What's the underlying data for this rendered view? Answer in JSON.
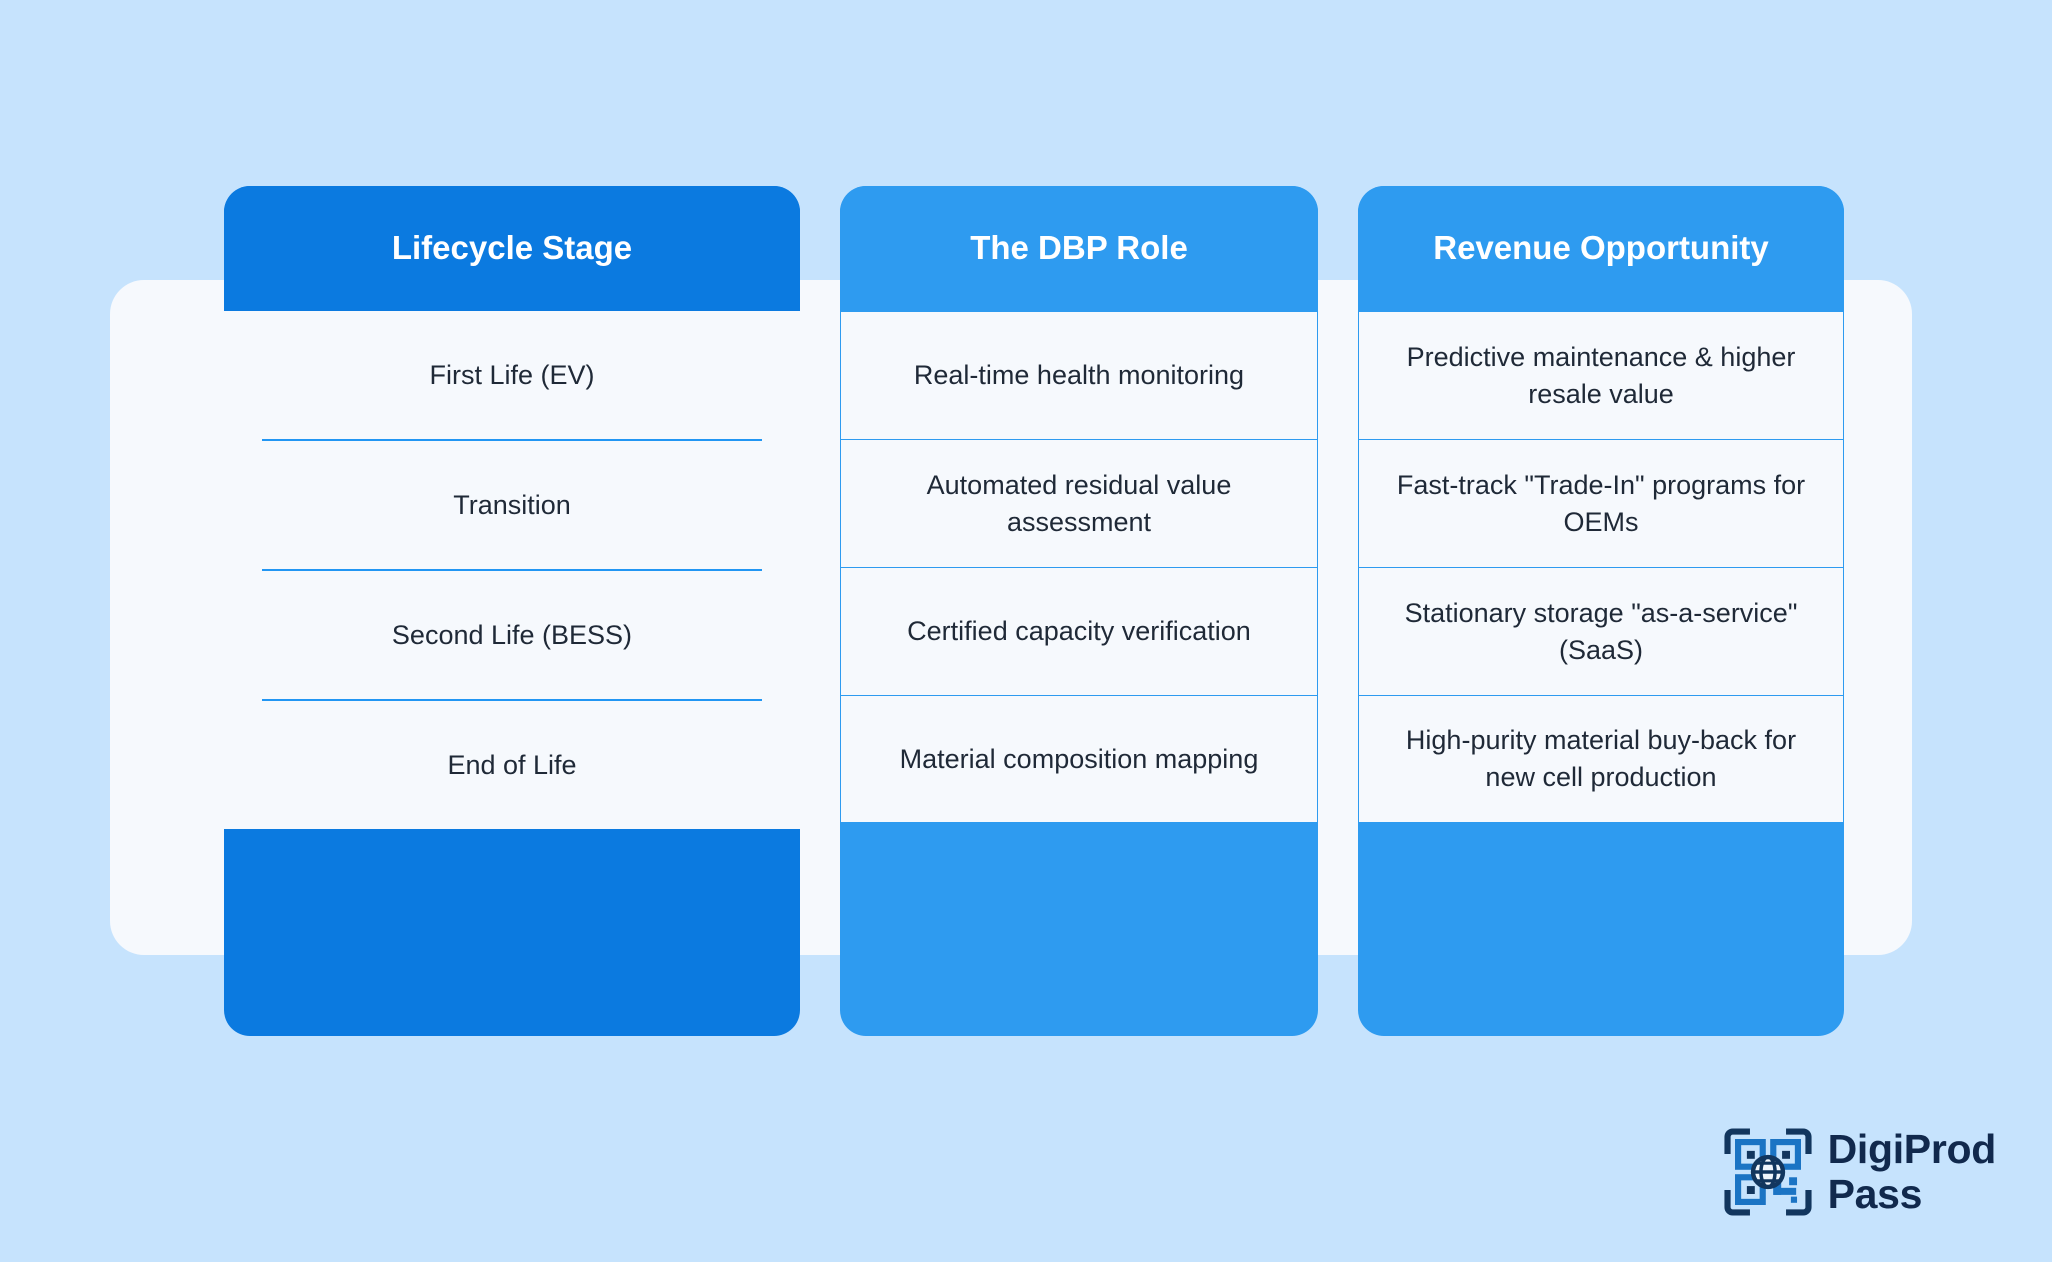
{
  "canvas": {
    "background_color": "#c6e3fd",
    "panel_color": "#f6f9fd"
  },
  "colors": {
    "header_primary": "#0b7ae0",
    "header_secondary": "#2e9bf0",
    "divider": "#2196f3",
    "cell_border": "#2e9bf0",
    "body_text": "#1f2937",
    "header_text": "#ffffff",
    "logo_navy": "#11294d",
    "logo_blue": "#1b74c4"
  },
  "table": {
    "columns": [
      {
        "header": "Lifecycle Stage",
        "style": "plain",
        "header_color": "#0b7ae0",
        "cells": [
          "First Life (EV)",
          "Transition",
          "Second Life (BESS)",
          "End of Life"
        ]
      },
      {
        "header": "The DBP Role",
        "style": "grid",
        "header_color": "#2e9bf0",
        "cells": [
          "Real-time health monitoring",
          "Automated residual value assessment",
          "Certified capacity verification",
          "Material composition mapping"
        ]
      },
      {
        "header": "Revenue Opportunity",
        "style": "grid",
        "header_color": "#2e9bf0",
        "cells": [
          "Predictive maintenance & higher resale value",
          "Fast-track \"Trade-In\" programs for OEMs",
          "Stationary storage \"as-a-service\" (SaaS)",
          "High-purity material buy-back for new cell production"
        ]
      }
    ]
  },
  "logo": {
    "icon_name": "qr-globe-icon",
    "line1": "DigiProd",
    "line2": "Pass"
  }
}
